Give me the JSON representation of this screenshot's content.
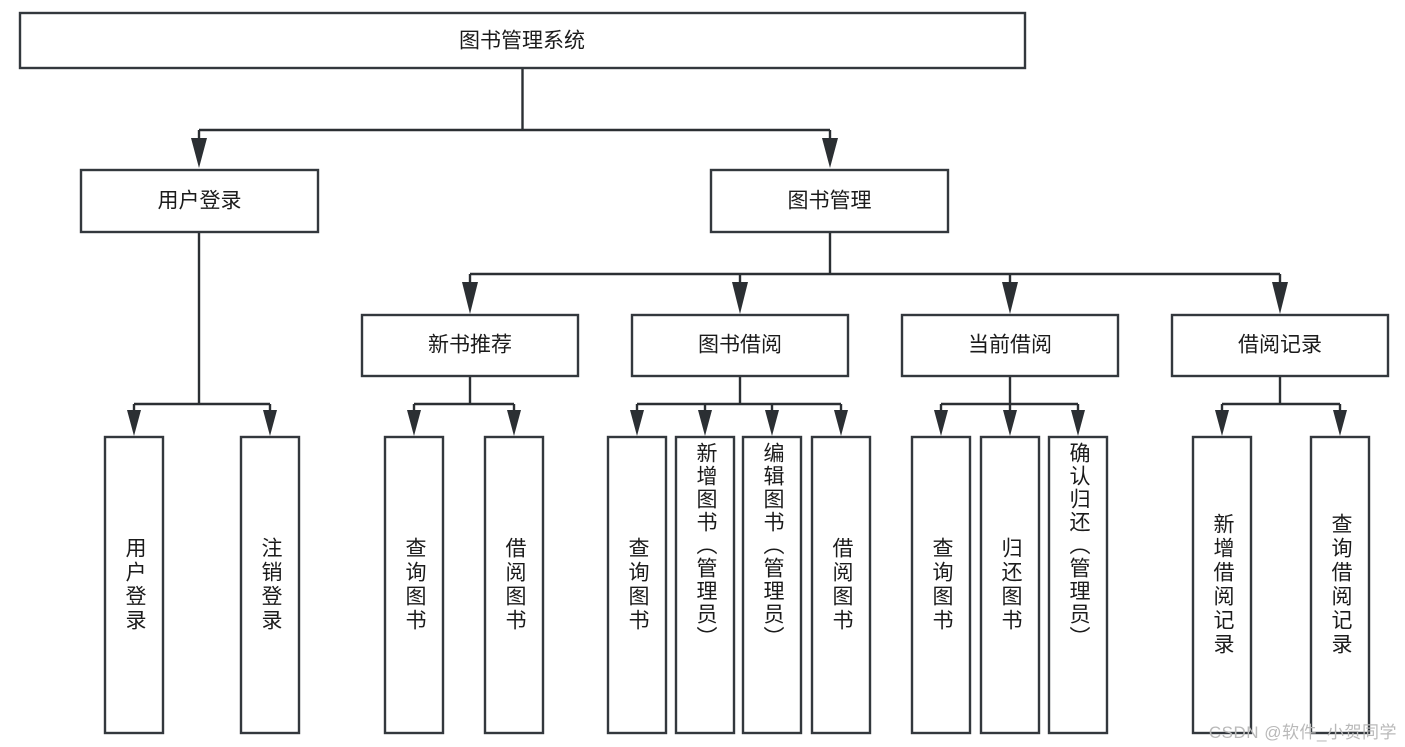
{
  "diagram": {
    "type": "hierarchy-tree",
    "title": "图书管理系统",
    "watermark": "CSDN @软件_小贺同学",
    "colors": {
      "box_stroke": "#33383d",
      "box_fill": "#ffffff",
      "connector": "#2b2f33",
      "text": "#1b1b1b",
      "watermark": "#b9b9b9",
      "background": "#ffffff"
    },
    "levels": {
      "root": {
        "label": "图书管理系统"
      },
      "level1": [
        {
          "label": "用户登录"
        },
        {
          "label": "图书管理"
        }
      ],
      "level2": [
        {
          "label": "新书推荐"
        },
        {
          "label": "图书借阅"
        },
        {
          "label": "当前借阅"
        },
        {
          "label": "借阅记录"
        }
      ],
      "leaves": {
        "user_login": [
          {
            "label": "用户登录"
          },
          {
            "label": "注销登录"
          }
        ],
        "new_book_recommend": [
          {
            "label": "查询图书"
          },
          {
            "label": "借阅图书"
          }
        ],
        "book_borrow": [
          {
            "label": "查询图书"
          },
          {
            "label": "新增图书（管理员）"
          },
          {
            "label": "编辑图书（管理员）"
          },
          {
            "label": "借阅图书"
          }
        ],
        "current_borrow": [
          {
            "label": "查询图书"
          },
          {
            "label": "归还图书"
          },
          {
            "label": "确认归还（管理员）"
          }
        ],
        "borrow_records": [
          {
            "label": "新增借阅记录"
          },
          {
            "label": "查询借阅记录"
          }
        ]
      }
    }
  }
}
